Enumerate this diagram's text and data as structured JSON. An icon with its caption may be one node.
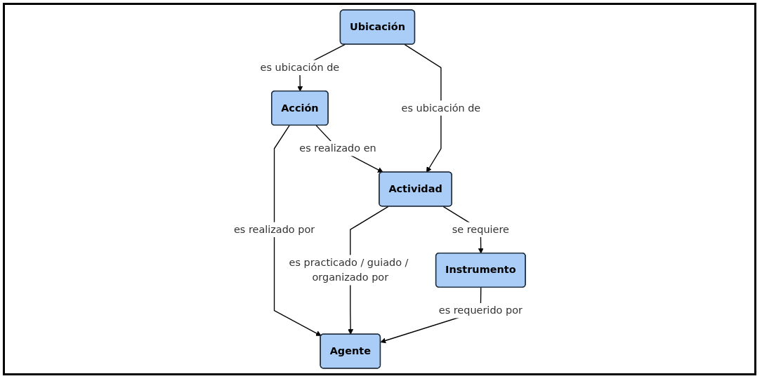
{
  "diagram": {
    "nodes": [
      {
        "text": [
          "Acción"
        ]
      },
      {
        "text": [
          "Agente"
        ]
      },
      {
        "text": [
          "Actividad"
        ]
      },
      {
        "text": [
          "Ubicación"
        ]
      },
      {
        "text": [
          "Instrumento"
        ]
      }
    ],
    "edges": [
      {
        "from": 0,
        "to": 1,
        "arrow": "to",
        "label": "es realizado por"
      },
      {
        "from": 0,
        "to": 2,
        "arrow": "to",
        "label": "es realizado en"
      },
      {
        "from": 3,
        "to": 0,
        "arrow": "to",
        "label": "es ubicación de"
      },
      {
        "from": 2,
        "to": 1,
        "arrow": "to",
        "label": "es practicado / guiado / organizado por"
      },
      {
        "from": 3,
        "to": 2,
        "arrow": "to",
        "label": "es ubicación de"
      },
      {
        "from": 2,
        "to": 4,
        "arrow": "to",
        "label": "se requiere"
      },
      {
        "from": 4,
        "to": 1,
        "arrow": "to",
        "label": "es requerido por"
      }
    ]
  }
}
